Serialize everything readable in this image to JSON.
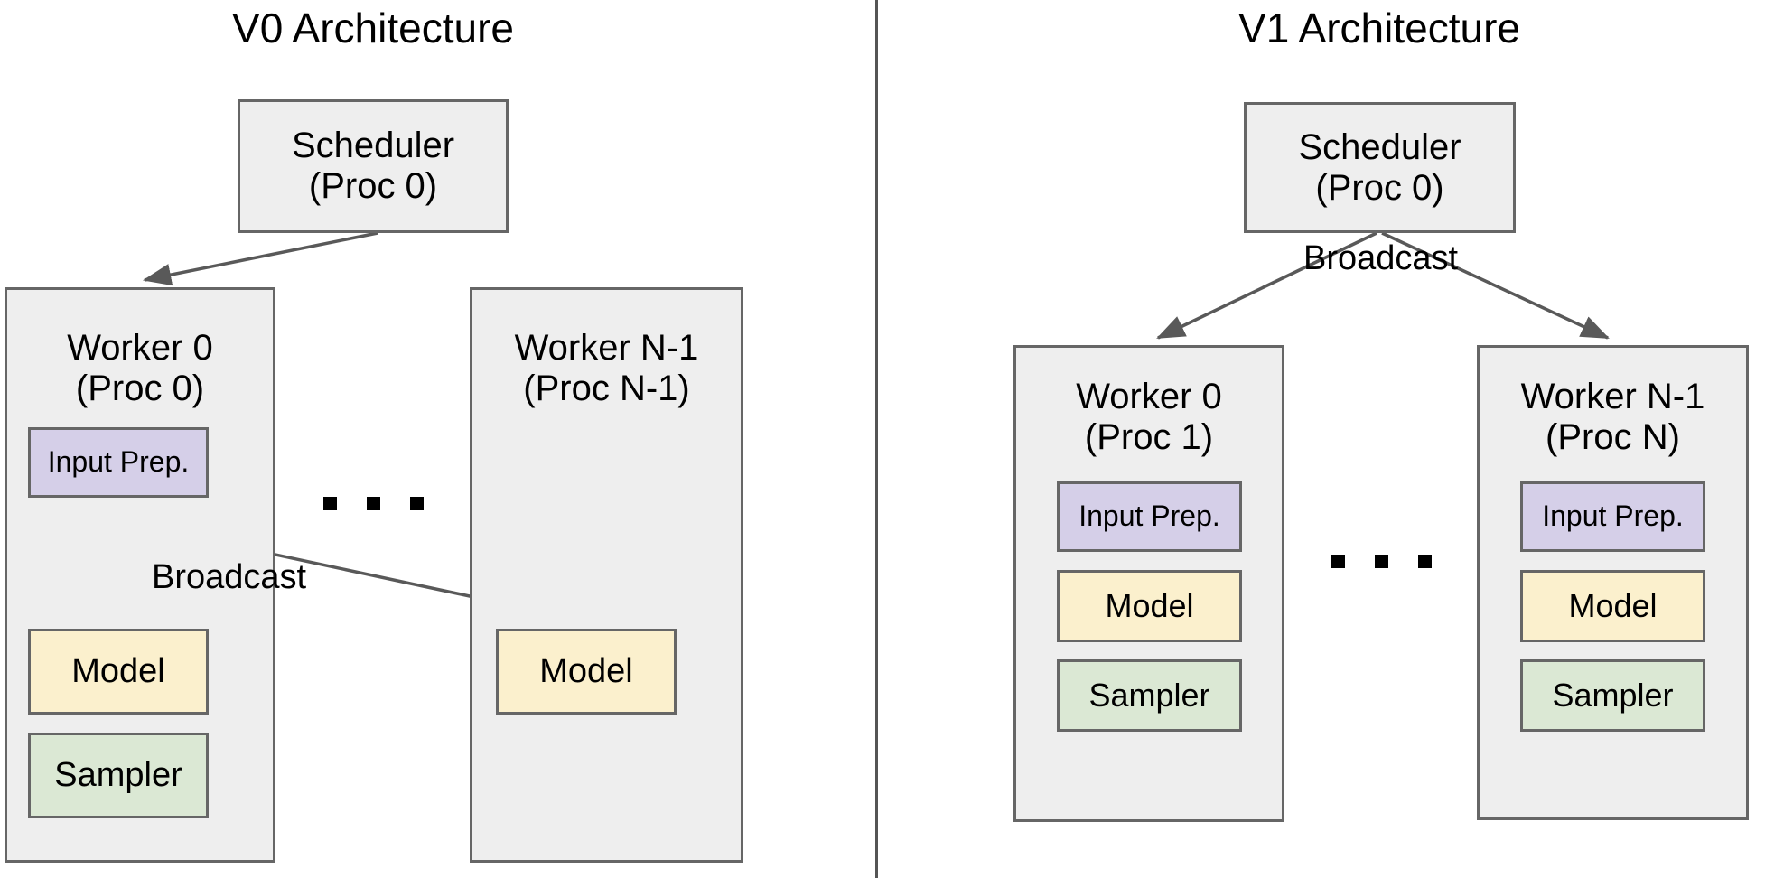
{
  "panels": [
    {
      "id": "v0",
      "title": "V0 Architecture",
      "scheduler": {
        "line1": "Scheduler",
        "line2": "(Proc 0)"
      },
      "workers": [
        {
          "line1": "Worker 0",
          "line2": "(Proc 0)",
          "components": [
            {
              "label": "Input Prep.",
              "color": "#d5cfe8"
            },
            {
              "label": "Model",
              "color": "#fbf0cd"
            },
            {
              "label": "Sampler",
              "color": "#dbe8d4"
            }
          ]
        },
        {
          "line1": "Worker N-1",
          "line2": "(Proc N-1)",
          "components": [
            {
              "label": "Model",
              "color": "#fbf0cd"
            }
          ]
        }
      ],
      "edge_label": "Broadcast",
      "ellipsis": "..."
    },
    {
      "id": "v1",
      "title": "V1 Architecture",
      "scheduler": {
        "line1": "Scheduler",
        "line2": "(Proc 0)"
      },
      "workers": [
        {
          "line1": "Worker 0",
          "line2": "(Proc 1)",
          "components": [
            {
              "label": "Input Prep.",
              "color": "#d5cfe8"
            },
            {
              "label": "Model",
              "color": "#fbf0cd"
            },
            {
              "label": "Sampler",
              "color": "#dbe8d4"
            }
          ]
        },
        {
          "line1": "Worker N-1",
          "line2": "(Proc N)",
          "components": [
            {
              "label": "Input Prep.",
              "color": "#d5cfe8"
            },
            {
              "label": "Model",
              "color": "#fbf0cd"
            },
            {
              "label": "Sampler",
              "color": "#dbe8d4"
            }
          ]
        }
      ],
      "edge_label": "Broadcast",
      "ellipsis": "..."
    }
  ],
  "colors": {
    "box_fill": "#eeeeee",
    "box_border": "#666666",
    "input_prep": "#d5cfe8",
    "model": "#fbf0cd",
    "sampler": "#dbe8d4",
    "arrow": "#595959",
    "divider": "#555555",
    "text": "#000000"
  }
}
